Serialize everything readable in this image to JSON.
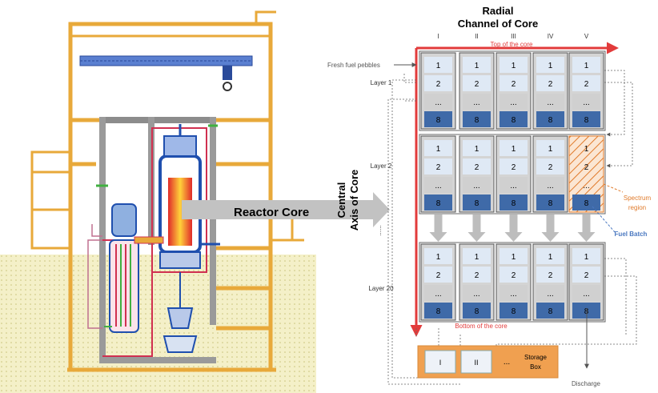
{
  "header": {
    "title_line1": "Radial",
    "title_line2": "Channel of Core"
  },
  "columns": [
    "I",
    "II",
    "III",
    "IV",
    "V"
  ],
  "core": {
    "top_label": "Top of the core",
    "bottom_label": "Bottom of the core",
    "axis_line1": "Central",
    "axis_line2": "Axis of Core",
    "reactor_label": "Reactor Core"
  },
  "layers": [
    {
      "label": "Layer 1"
    },
    {
      "label": "Layer 2"
    },
    {
      "label": "Layer 20"
    }
  ],
  "cell_labels": [
    "1",
    "2",
    "...",
    "8"
  ],
  "annotations": {
    "fresh_fuel": "Fresh fuel pebbles",
    "spectrum_line1": "Spectrum",
    "spectrum_line2": "region",
    "fuel_batch": "Fuel Batch",
    "discharge": "Discharge",
    "ellipsis_between": "......"
  },
  "storage": {
    "bins": [
      "I",
      "II"
    ],
    "ellipsis": "...",
    "label_line1": "Storage",
    "label_line2": "Box"
  },
  "colors": {
    "building": "#e8a93a",
    "reactor_red": "#e23b3b",
    "cell_light": "#dfe9f5",
    "cell_dark": "#3f6aa8",
    "column_gray": "#d4d4d4",
    "storage_orange": "#f0a050",
    "spectrum_orange": "#e07a2a",
    "batch_blue": "#4a78c0",
    "gray_arrow": "#bdbdbd"
  }
}
